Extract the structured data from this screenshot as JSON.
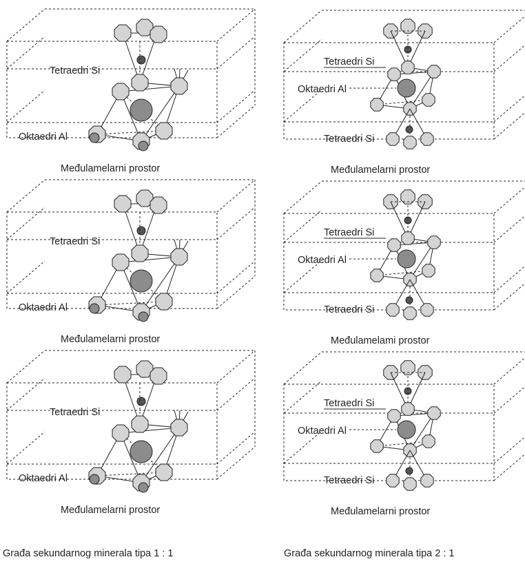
{
  "left_column": {
    "panels": [
      {
        "tetra_label": "Tetraedri Si",
        "octa_label": "Oktaedri Al",
        "interlayer_label": "Međulamelarni prostor"
      },
      {
        "tetra_label": "Tetraedri Si",
        "octa_label": "Oktaedri Al",
        "interlayer_label": "Međulamelarni prostor"
      },
      {
        "tetra_label": "Tetraedri Si",
        "octa_label": "Oktaedri Al",
        "interlayer_label": "Međulamelarni prostor"
      }
    ],
    "caption": "Građa sekundarnog minerala tipa 1 : 1"
  },
  "right_column": {
    "panels": [
      {
        "tetra_top_label": "Tetraedri Si",
        "octa_label": "Oktaedri Al",
        "tetra_bottom_label": "Tetraedri Si",
        "interlayer_label": "Međulamelarni prostor"
      },
      {
        "tetra_top_label": "Tetraedri Si",
        "octa_label": "Oktaedri Al",
        "tetra_bottom_label": "Tetraedri Si",
        "interlayer_label": "Međulamelami prostor"
      },
      {
        "tetra_top_label": "Tetraedri Si",
        "octa_label": "Oktaedri Al",
        "tetra_bottom_label": "Tetraedri Si",
        "interlayer_label": "Međulamelarni prostor"
      }
    ],
    "caption": "Građa sekundarnog minerala tipa 2 : 1"
  },
  "colors": {
    "oxygen_fill": "#d4d4d4",
    "aluminium_fill": "#8c8c8c",
    "silicon_fill": "#555555",
    "line": "#222222"
  }
}
